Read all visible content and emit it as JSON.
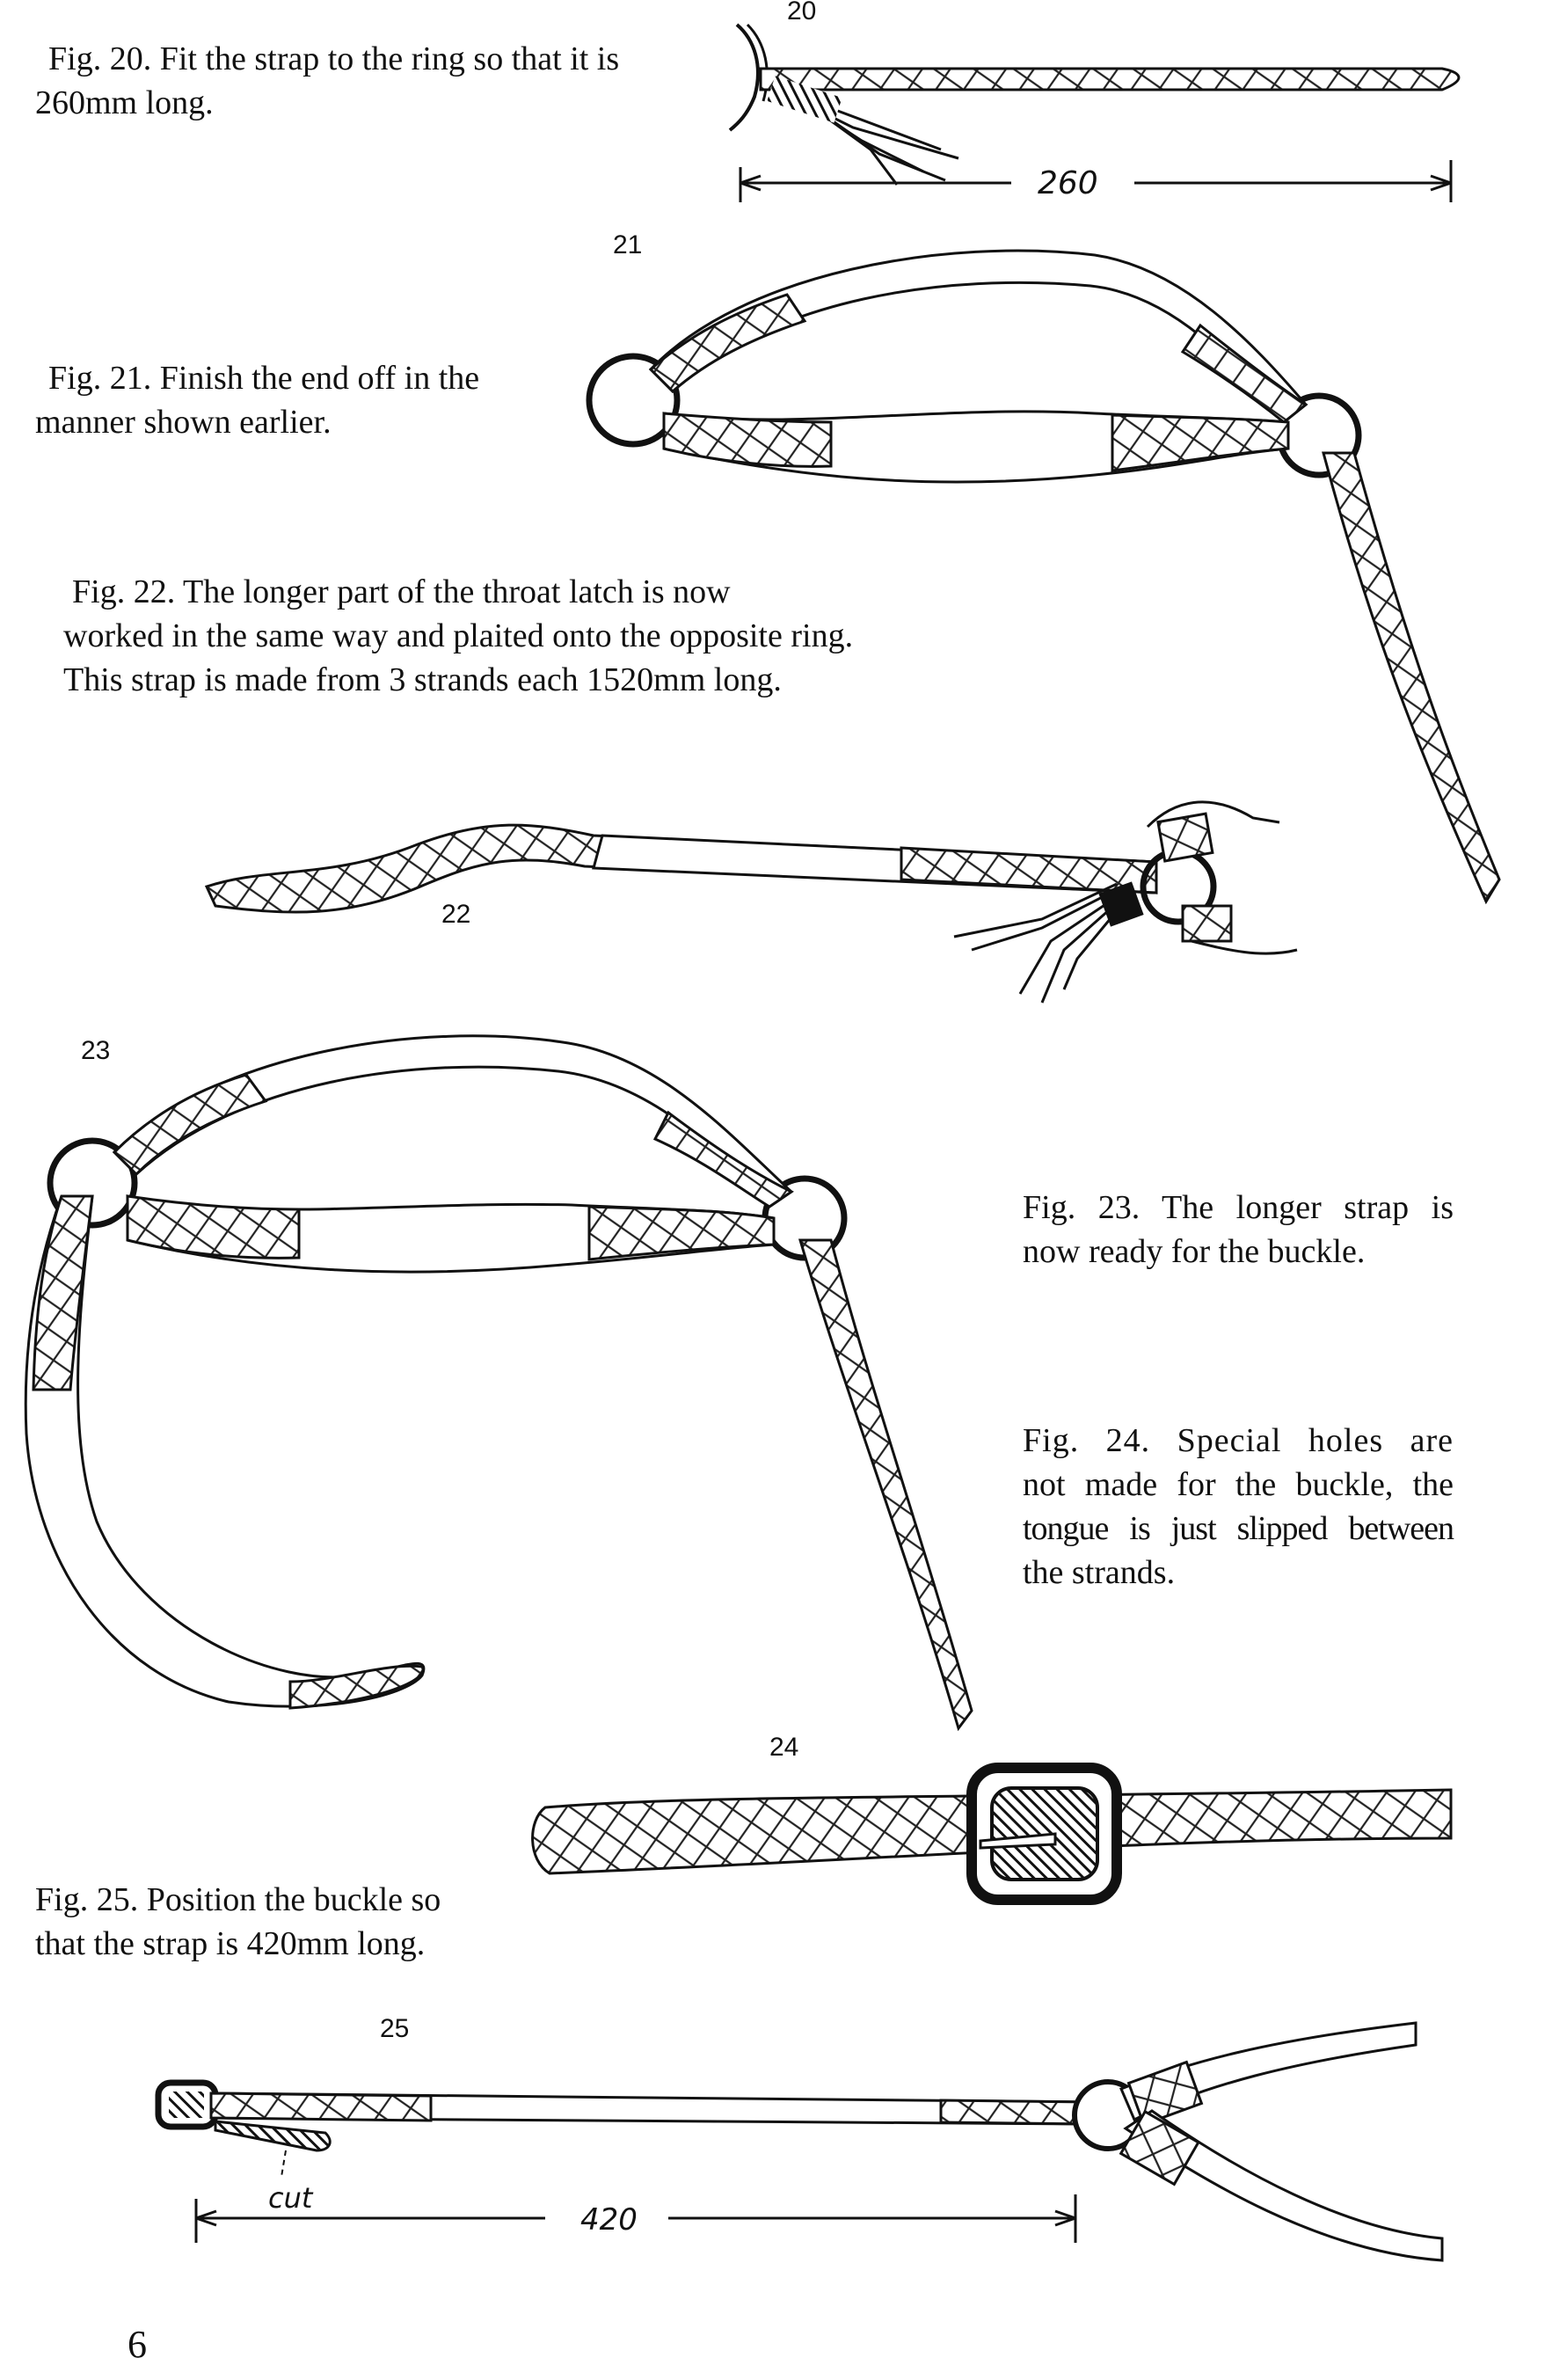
{
  "figures": [
    {
      "number": "20",
      "caption_lines": [
        "Fig. 20. Fit the strap to the ring so that it is",
        "260mm long."
      ],
      "dimension_label": "260"
    },
    {
      "number": "21",
      "caption_lines": [
        "Fig. 21. Finish the end off in the",
        "manner shown earlier."
      ]
    },
    {
      "number": "22",
      "caption_lines": [
        "Fig. 22. The longer part of the throat latch is now",
        "worked in the same way and plaited onto the opposite ring.",
        "This strap is made from 3 strands each 1520mm long."
      ]
    },
    {
      "number": "23",
      "caption_lines": [
        "Fig. 23. The longer strap is",
        "now ready for the buckle."
      ]
    },
    {
      "number": "24",
      "caption_lines": [
        "Fig. 24. Special holes are",
        "not made for the buckle, the",
        "tongue is just slipped between",
        "the strands."
      ]
    },
    {
      "number": "25",
      "caption_lines": [
        "Fig. 25. Position the buckle so",
        "that the strap is 420mm long."
      ],
      "dimension_label": "420",
      "annotation": "cut"
    }
  ],
  "page_number": "6"
}
